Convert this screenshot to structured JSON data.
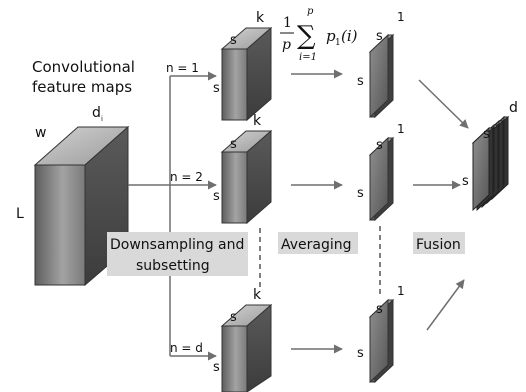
{
  "labels": {
    "conv_line1": "Convolutional",
    "conv_line2": "feature maps",
    "w": "w",
    "d": "d",
    "d_sub": "i",
    "L": "L",
    "n1": "n = 1",
    "n2": "n = 2",
    "nd": "n = d",
    "k": "k",
    "s": "s",
    "one": "1",
    "out_d": "d",
    "downsampling_line1": "Downsampling and",
    "downsampling_line2": "subsetting",
    "averaging": "Averaging",
    "fusion": "Fusion"
  },
  "formula": {
    "numerator": "1",
    "denominator": "p",
    "sum_upper": "p",
    "sum_lower": "i=1",
    "term": "p",
    "term_sub": "1",
    "term_arg": "(i)"
  },
  "colors": {
    "box_gray": "#8c8c8c",
    "box_dark": "#4f4f4f",
    "label_bg": "#d9d9d9",
    "line": "#6f6f6f"
  }
}
